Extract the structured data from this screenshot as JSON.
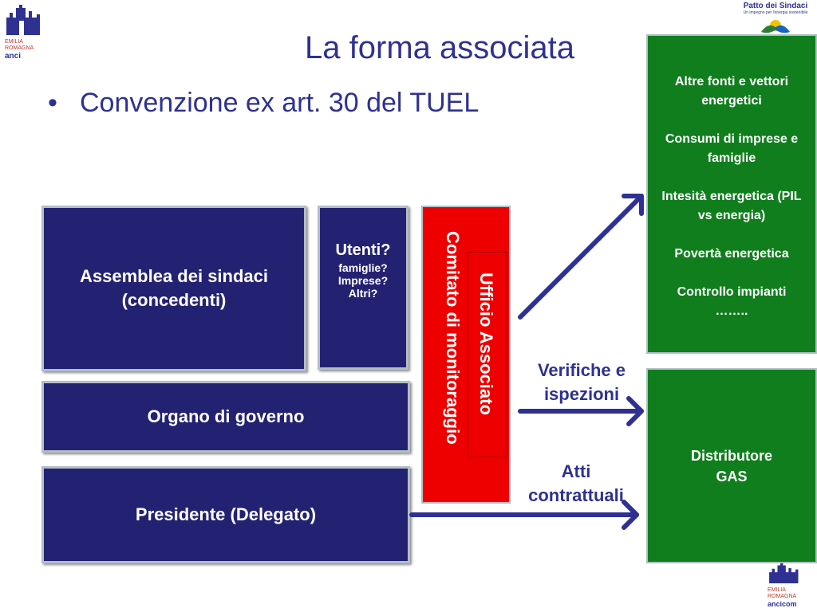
{
  "slide": {
    "title": "La forma associata",
    "bullet": "Convenzione ex art. 30 del TUEL",
    "bullet_marker": "•"
  },
  "logos": {
    "top_left": [
      "EMILIA",
      "ROMAGNA",
      "anci"
    ],
    "top_right_title": "Patto dei Sindaci",
    "top_right_subtitle": "Un impegno per l'energia sostenibile",
    "bottom_right": [
      "EMILIA",
      "ROMAGNA",
      "ancicom"
    ]
  },
  "boxes": {
    "assemblea": [
      "Assemblea dei sindaci",
      "(concedenti)"
    ],
    "utenti_title": "Utenti?",
    "utenti_items": [
      "famiglie?",
      "Imprese?",
      "Altri?"
    ],
    "organo": "Organo di governo",
    "presidente": "Presidente (Delegato)",
    "comitato": "Comitato di monitoraggio",
    "ufficio": "Ufficio Associato",
    "distributore": [
      "Distributore",
      "GAS"
    ],
    "green_list": [
      "Altre fonti e vettori energetici",
      "Consumi di imprese e famiglie",
      "Intesità energetica (PIL vs energia)",
      "Povertà energetica",
      "Controllo impianti",
      "…….."
    ]
  },
  "arrows": {
    "verifiche": [
      "Verifiche e",
      "ispezioni"
    ],
    "atti": [
      "Atti",
      "contrattuali"
    ]
  },
  "colors": {
    "navy": "#232272",
    "green": "#117e1e",
    "red": "#ee0000",
    "text_blue": "#2e3192",
    "arrow": "#2e3192"
  }
}
